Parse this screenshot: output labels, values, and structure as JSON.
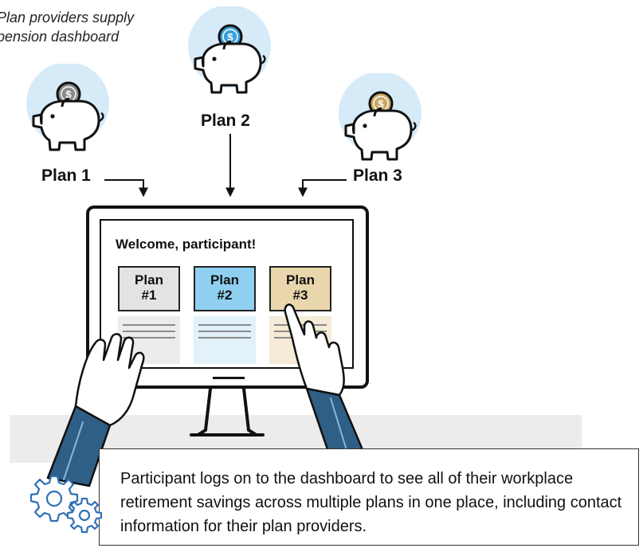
{
  "caption": "Plan providers supply pension dashboard",
  "plans": [
    {
      "label": "Plan 1",
      "coin_color": "#8a8a8a"
    },
    {
      "label": "Plan 2",
      "coin_color": "#3aa0d8"
    },
    {
      "label": "Plan 3",
      "coin_color": "#c9a864"
    }
  ],
  "coin_symbol": "$",
  "dashboard": {
    "welcome": "Welcome, participant!",
    "tiles": [
      {
        "line1": "Plan",
        "line2": "#1",
        "color": "#e3e3e3"
      },
      {
        "line1": "Plan",
        "line2": "#2",
        "color": "#8fd0f0"
      },
      {
        "line1": "Plan",
        "line2": "#3",
        "color": "#e9d6ad"
      }
    ]
  },
  "description": "Participant logs on to the dashboard to see all of their workplace retirement savings across multiple plans in one place, including contact information for their plan providers.",
  "colors": {
    "halo": "#d6eaf8",
    "outline": "#111111",
    "gear": "#2f6fb5"
  }
}
